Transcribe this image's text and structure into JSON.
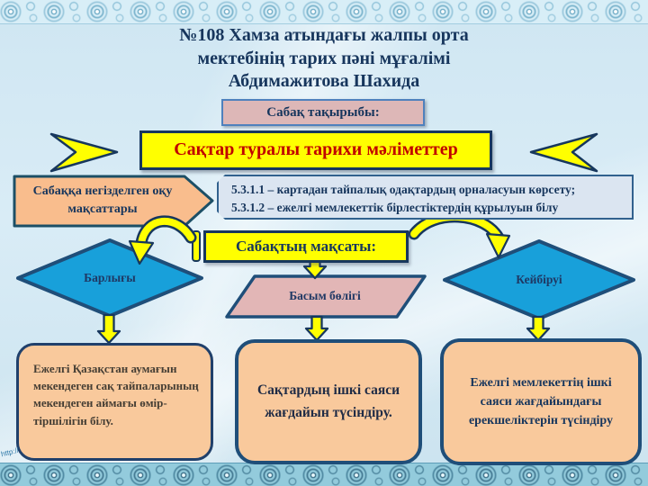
{
  "slide": {
    "title": "№108 Хамза атындағы жалпы орта\nмектебінің тарих пәні мұғалімі\nАбдимажитова Шахида",
    "topic_label": "Сабақ тақырыбы:",
    "banner_title": "Сақтар туралы тарихи мәліметтер",
    "objectives_label": "Сабаққа негізделген оқу мақсаттары",
    "objectives_text": "5.3.1.1 – картадан тайпалық одақтардың орналасуын көрсету;\n5.3.1.2 – ежелгі мемлекеттік бірлестіктердің құрылуын білу",
    "goal_label": "Сабақтың мақсаты:",
    "branches": [
      {
        "audience": "Барлығы",
        "outcome": "Ежелгі Қазақстан аумағын мекендеген сақ тайпаларының мекендеген аймағы өмір-тіршілігін білу."
      },
      {
        "audience": "Басым бөлігі",
        "outcome": "Сақтардың ішкі саяси жағдайын түсіндіру."
      },
      {
        "audience": "Кейбіруі",
        "outcome": "Ежелгі мемлекеттің ішкі саяси жағдайындағы ерекшеліктерін түсіндіру"
      }
    ],
    "watermark": "http://",
    "colors": {
      "accent_yellow": "#ffff00",
      "banner_text_red": "#c00000",
      "title_navy": "#17365d",
      "diamond_blue": "#18a0da",
      "rose_pink": "#e2b6b6",
      "peach": "#f9c99c",
      "objectives_box_blue": "#dbe5f1"
    }
  }
}
